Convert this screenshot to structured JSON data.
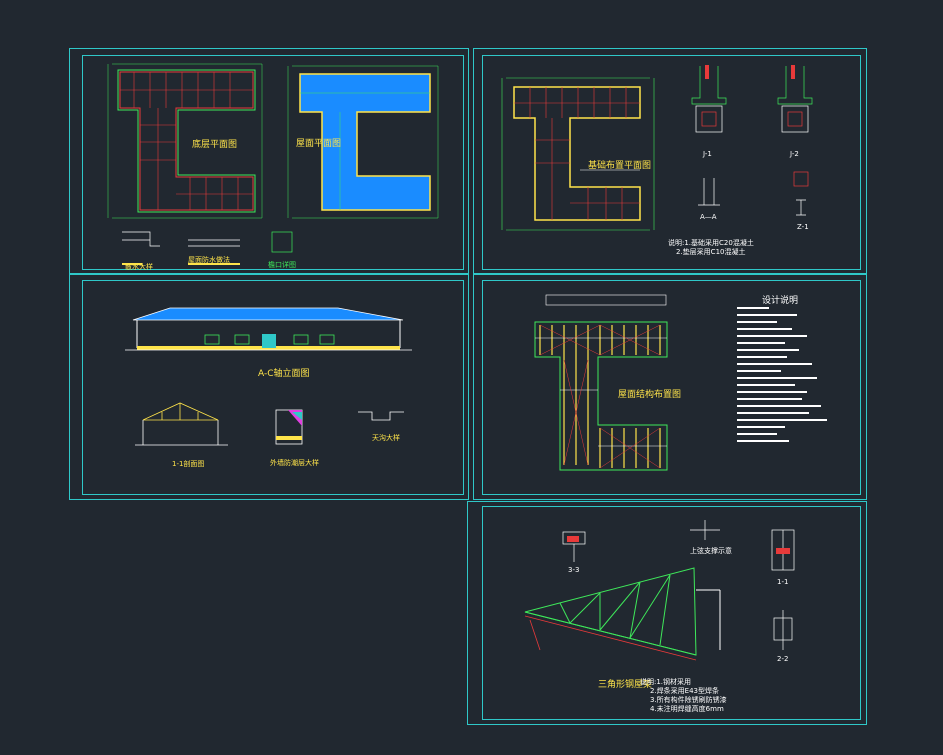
{
  "canvas": {
    "background": "#212830",
    "frame_color": "#2fc8c8"
  },
  "colors": {
    "line_green": "#3ee85a",
    "line_red": "#e83a3a",
    "fill_blue": "#1a8cff",
    "fill_yellow": "#ffe44a",
    "text_white": "#ffffff",
    "cyan": "#2fc8c8",
    "magenta": "#e040e0"
  },
  "sheet1": {
    "plan_left_title": "底层平面图",
    "plan_right_title": "屋面平面图",
    "detail_a": "散水大样",
    "detail_b": "屋面防水做法",
    "detail_c": "檐口详图"
  },
  "sheet2": {
    "plan_title": "基础布置平面图",
    "sec_a": "A—A",
    "sec_1": "J-1",
    "sec_2": "J-2",
    "sec_3": "Z-1",
    "note_1": "说明:1.基础采用C20混凝土",
    "note_2": "2.垫层采用C10混凝土"
  },
  "sheet3": {
    "elev_title": "A-C轴立面图",
    "sec_title": "1-1剖面图",
    "wall_detail": "外墙防潮层大样",
    "gutter_detail": "天沟大样"
  },
  "sheet4": {
    "plan_title": "屋面结构布置图",
    "notes_title": "设计说明"
  },
  "sheet5": {
    "truss_title": "三角形钢屋架",
    "upper_chord": "上弦支撑示意",
    "sec_33": "3-3",
    "sec_11": "1-1",
    "sec_22": "2-2",
    "note_1": "说明:1.钢材采用",
    "note_2": "2.焊条采用E43型焊条",
    "note_3": "3.所有构件除锈刷防锈漆",
    "note_4": "4.未注明焊缝高度6mm"
  }
}
